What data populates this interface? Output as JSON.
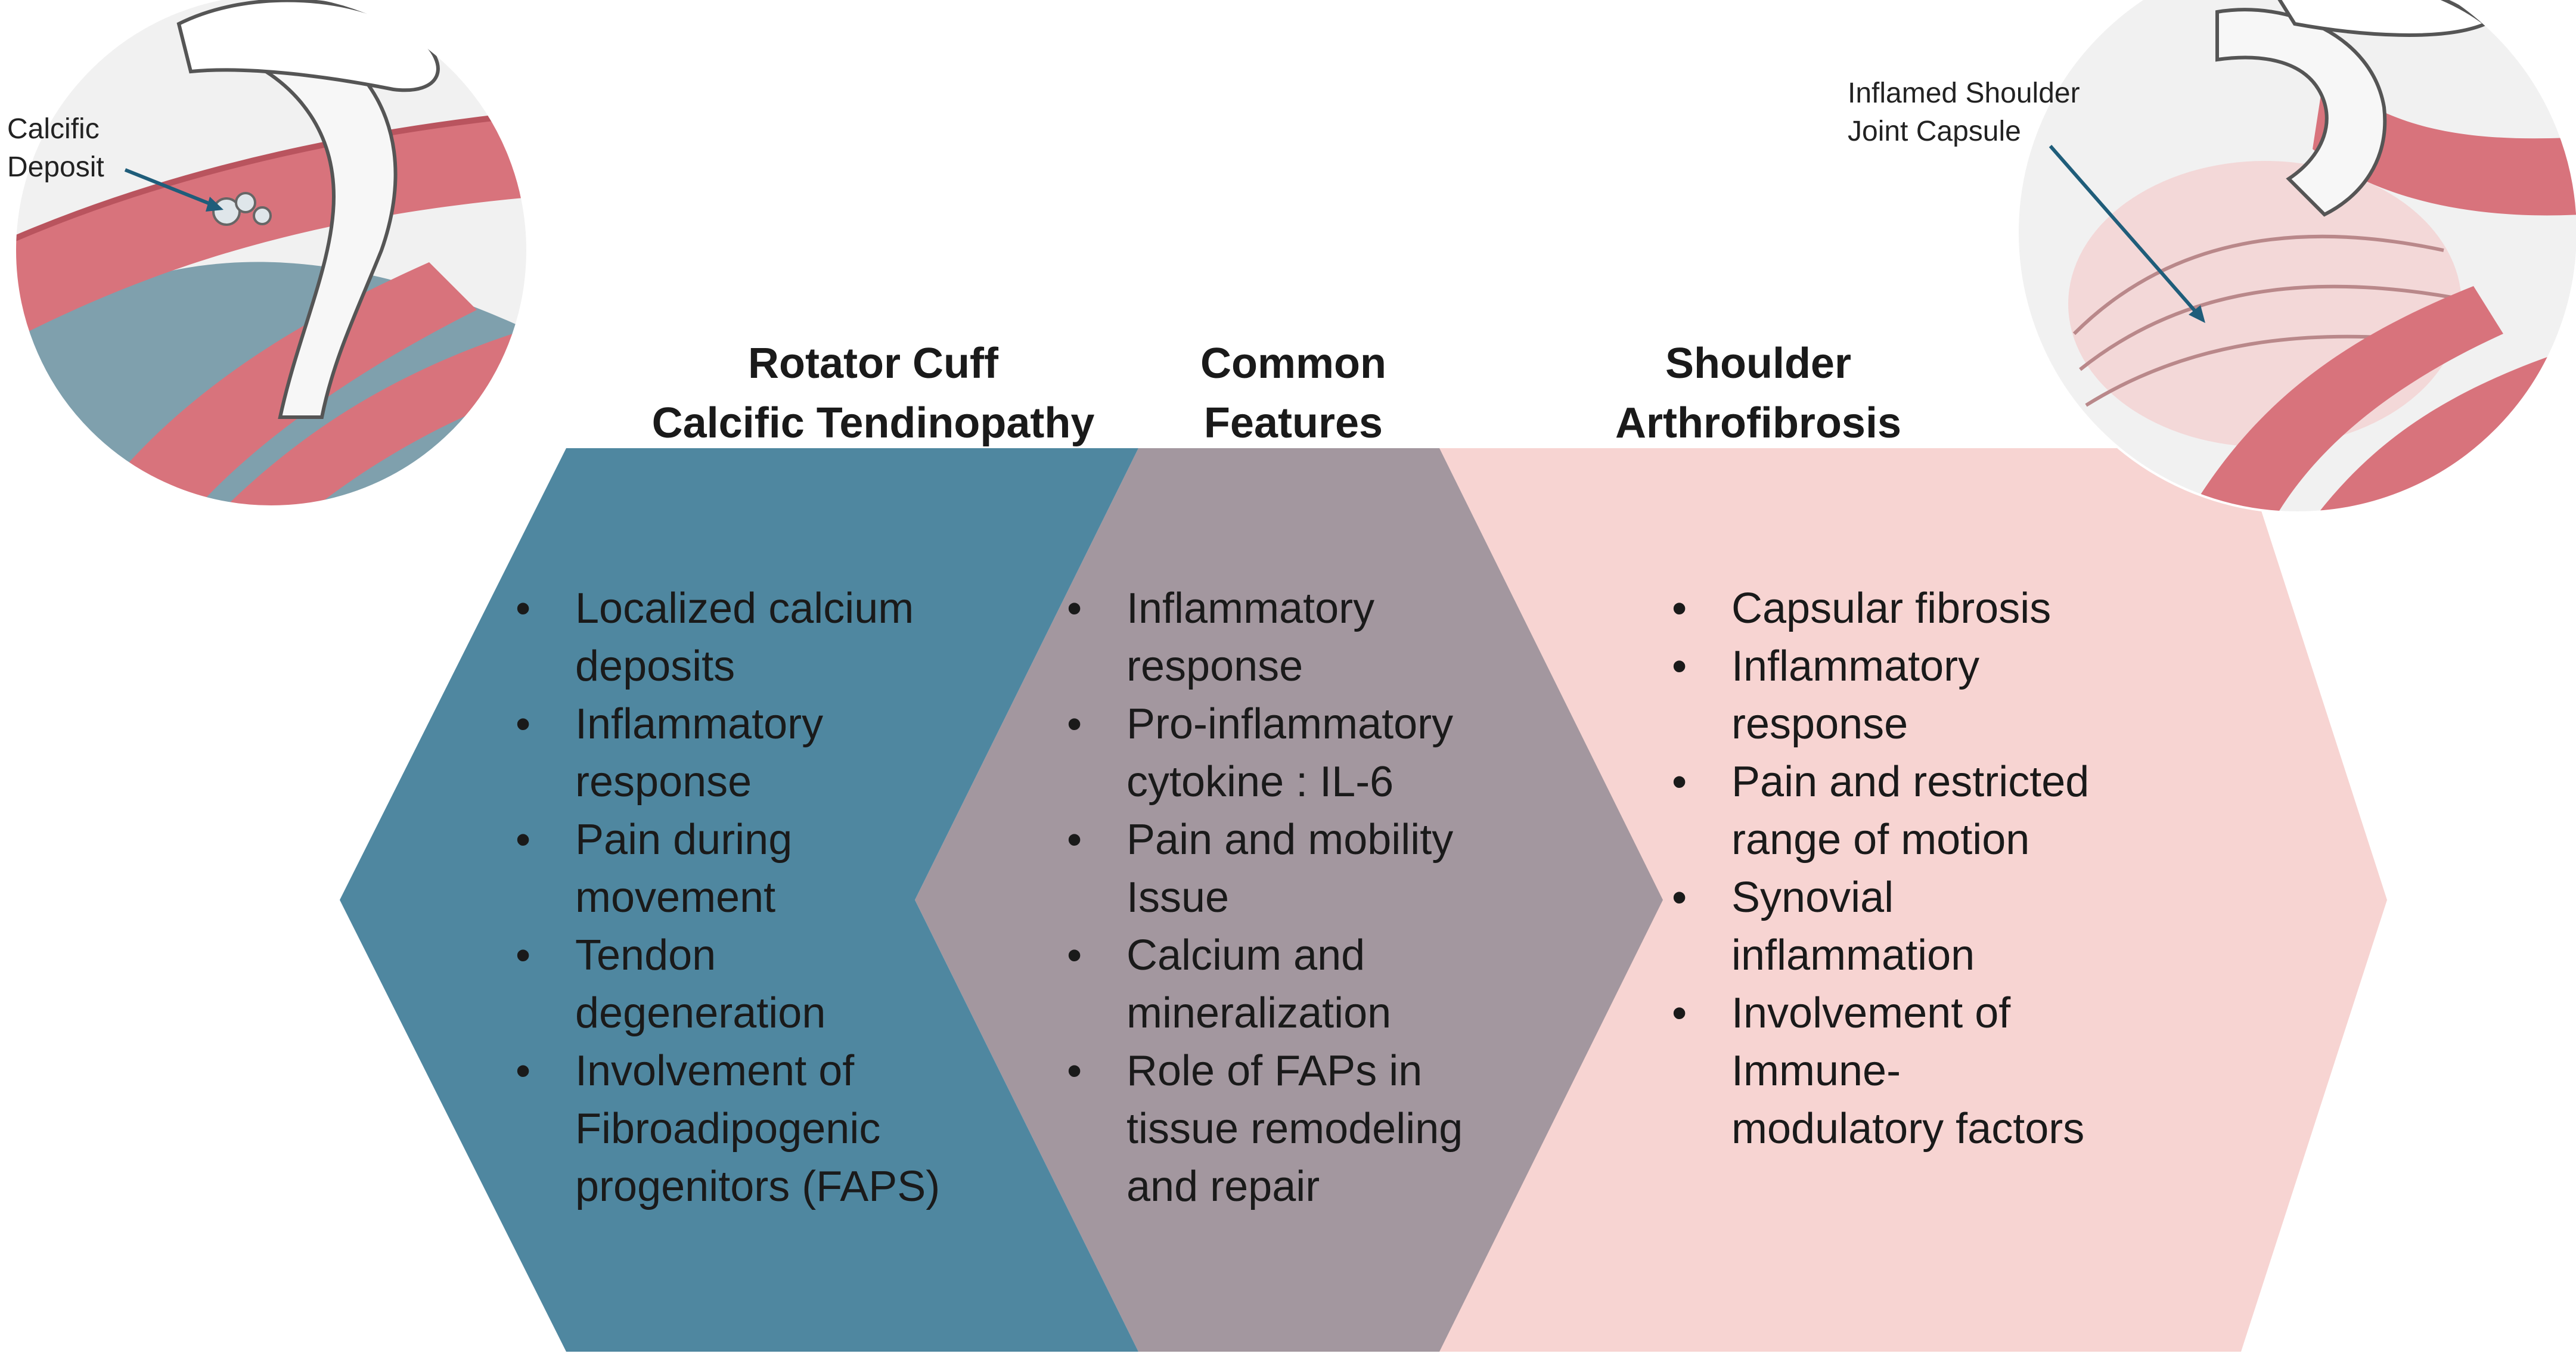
{
  "colors": {
    "left_hex": "#4f87a0",
    "middle_hex": "#a3979f",
    "right_hex": "#f7d4d2",
    "muscle": "#d8737c",
    "bone": "#e8e8e8",
    "deep": "#7fa0ad"
  },
  "columns": [
    {
      "title_lines": [
        "Rotator Cuff",
        "Calcific Tendinopathy"
      ],
      "items": [
        "Localized calcium\ndeposits",
        "Inflammatory\nresponse",
        "Pain during\nmovement",
        "Tendon\ndegeneration",
        "Involvement of\nFibroadipogenic\nprogenitors (FAPS)"
      ]
    },
    {
      "title_lines": [
        "Common",
        "Features"
      ],
      "items": [
        "Inflammatory\nresponse",
        "Pro-inflammatory\ncytokine : IL-6",
        "Pain and mobility\nIssue",
        "Calcium and\nmineralization",
        "Role of FAPs in\ntissue remodeling\nand repair"
      ]
    },
    {
      "title_lines": [
        "Shoulder",
        "Arthrofibrosis"
      ],
      "items": [
        "Capsular fibrosis",
        "Inflammatory\nresponse",
        "Pain and restricted\nrange of motion",
        "Synovial\ninflammation",
        "Involvement of\nImmune-\nmodulatory factors"
      ]
    }
  ],
  "bullet_glyph": "•",
  "illustrations": {
    "left_label": "Calcific\nDeposit",
    "right_label": "Inflamed Shoulder\nJoint Capsule"
  }
}
